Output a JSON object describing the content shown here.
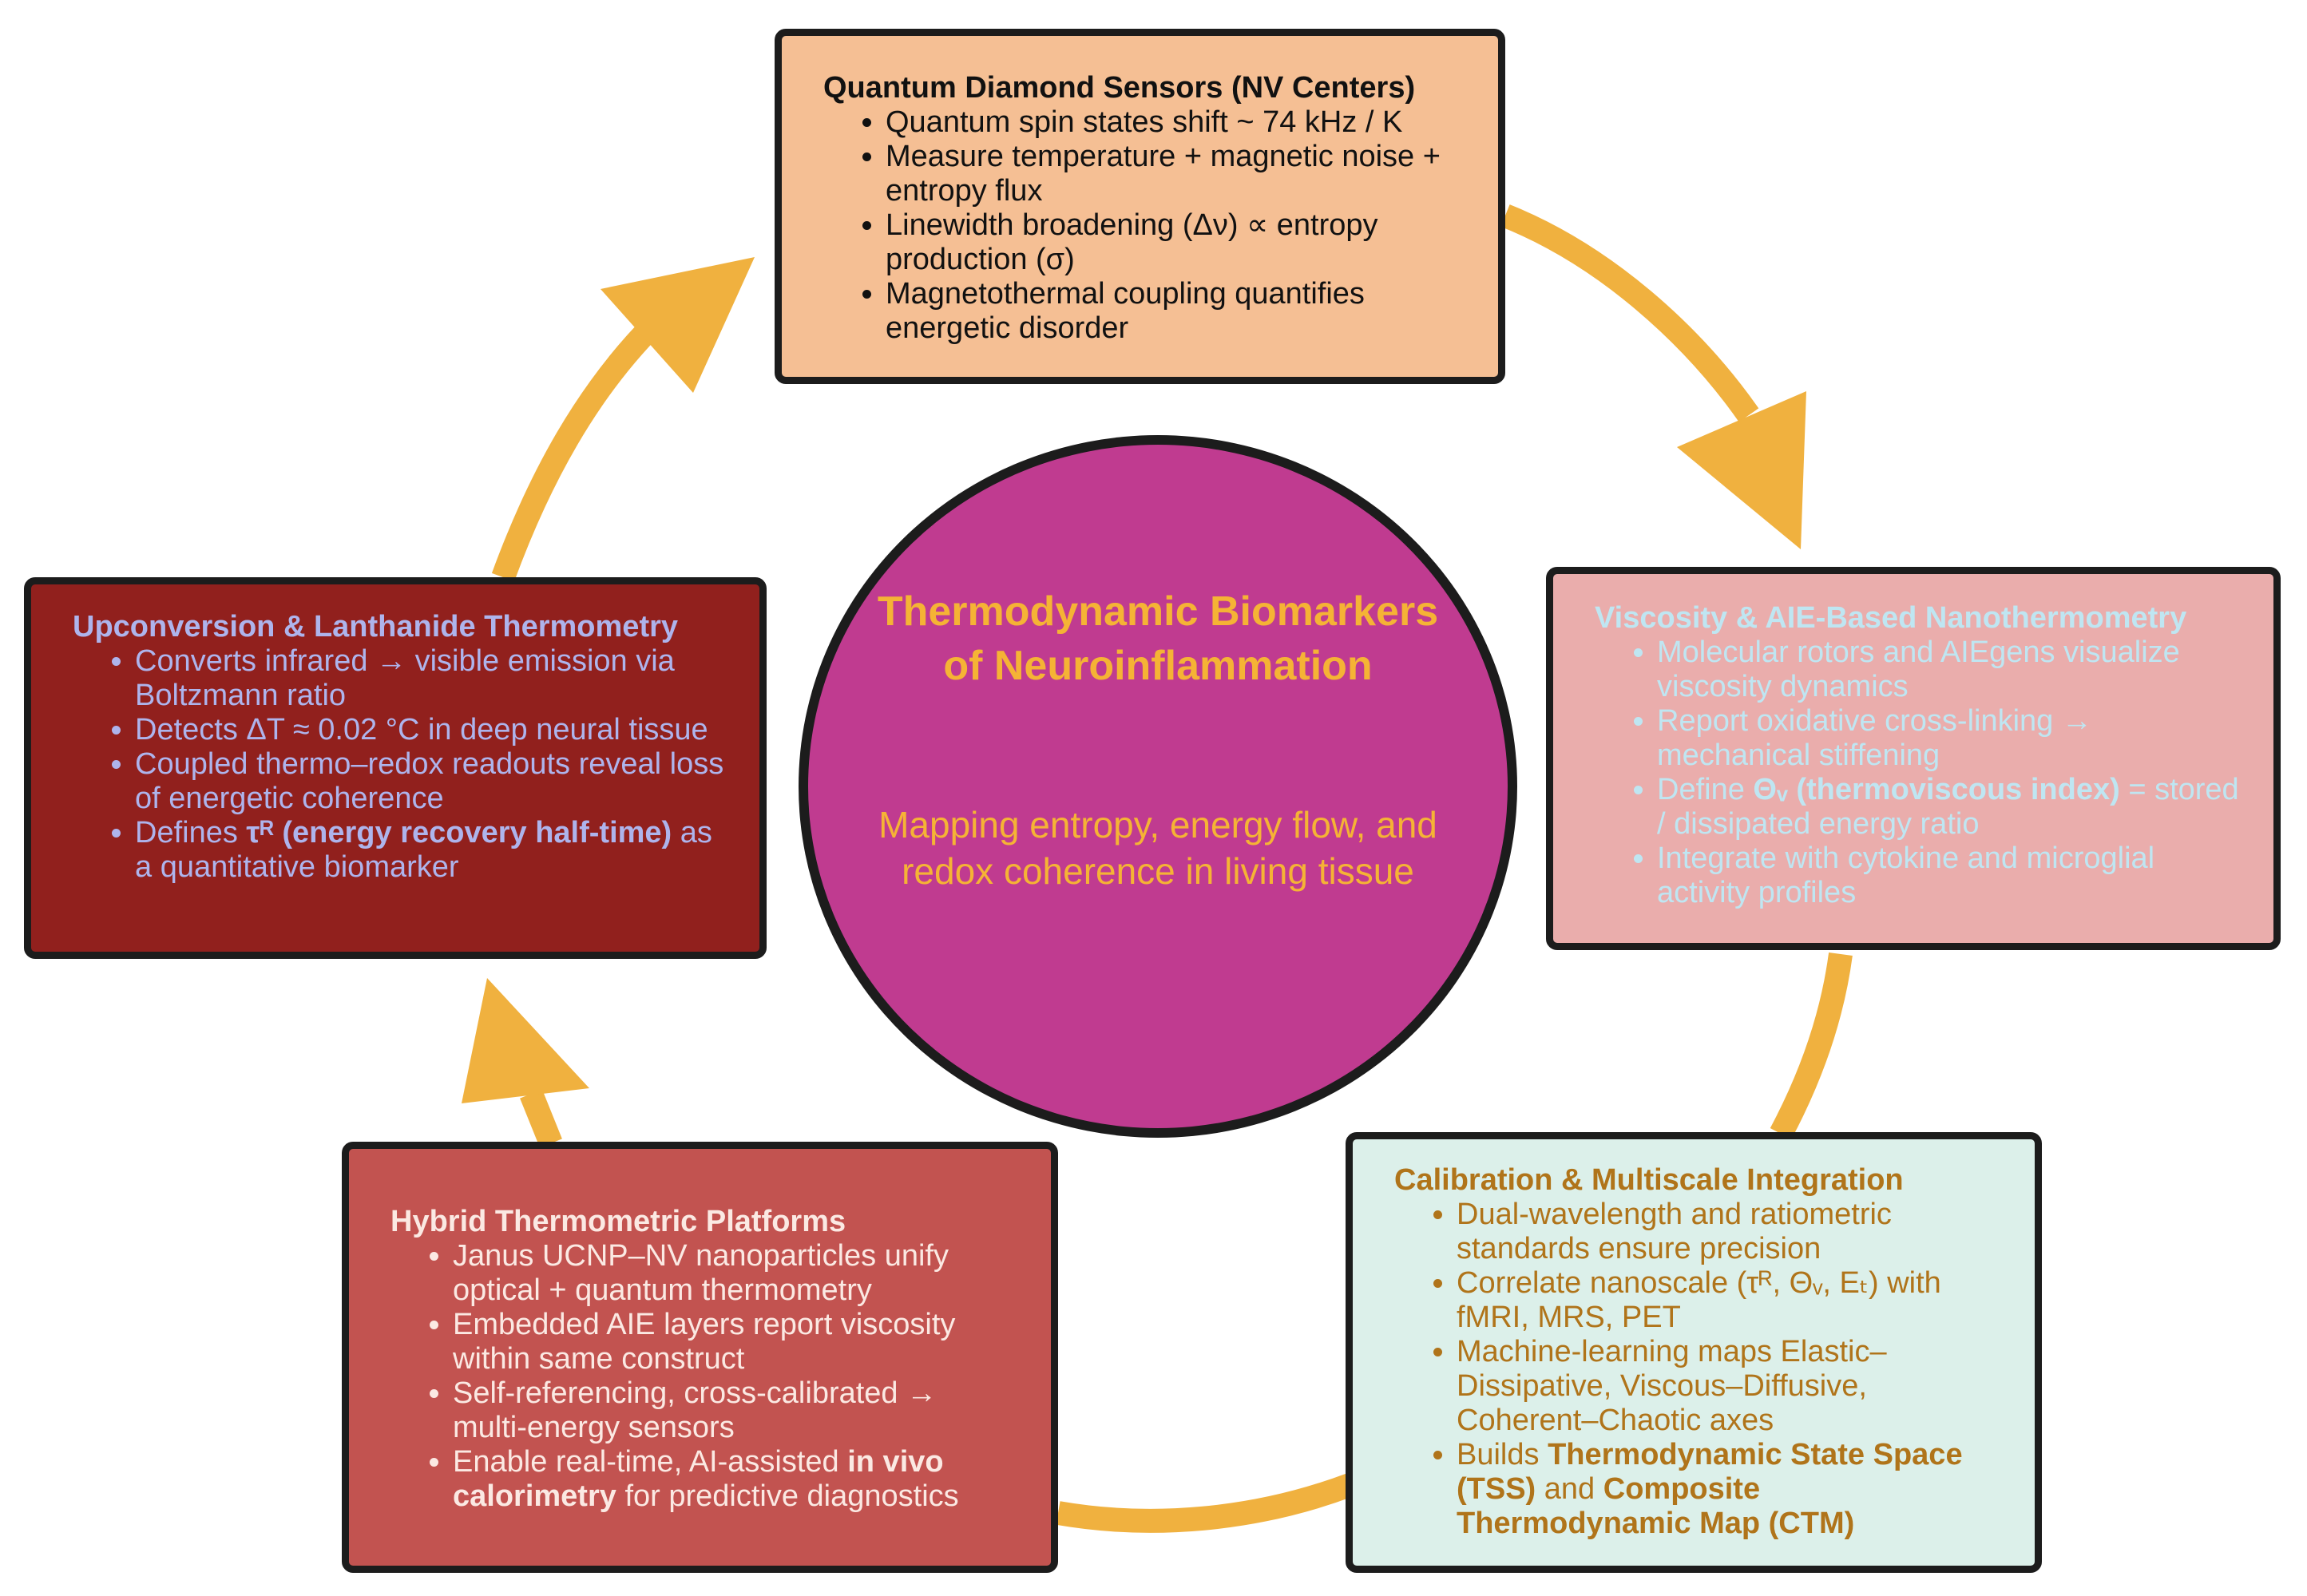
{
  "colors": {
    "arrow": "#f0b13f",
    "hub_fill": "#c03b90",
    "hub_text": "#f5b335",
    "outline": "#1c1c1c"
  },
  "hub": {
    "title": "Thermodynamic Biomarkers of Neuroinflammation",
    "subtitle": "Mapping entropy, energy flow, and redox coherence in living tissue"
  },
  "boxes": {
    "quantum": {
      "fill": "#f5bf94",
      "title": "Quantum Diamond Sensors (NV Centers)",
      "items": [
        "Quantum spin states shift ~ 74 kHz / K",
        "Measure temperature + magnetic noise + entropy flux",
        "Linewidth broadening (Δν) ∝ entropy production (σ)",
        "Magnetothermal coupling quantifies energetic disorder"
      ]
    },
    "viscosity": {
      "fill": "#eaadac",
      "title": "Viscosity & AIE-Based Nanothermometry",
      "items": [
        "Molecular rotors and AIEgens visualize viscosity dynamics",
        "Report oxidative cross-linking → mechanical stiffening",
        {
          "pre": "Define ",
          "bold": "Θᵥ (thermoviscous index)",
          "post": " = stored / dissipated energy ratio"
        },
        "Integrate with cytokine and microglial activity profiles"
      ]
    },
    "calibration": {
      "fill": "#dcf0ea",
      "title": "Calibration & Multiscale Integration",
      "items": [
        "Dual-wavelength and ratiometric standards ensure precision",
        "Correlate nanoscale (τᴿ, Θᵥ, Eₜ) with fMRI, MRS, PET",
        "Machine-learning maps Elastic–Dissipative, Viscous–Diffusive, Coherent–Chaotic axes",
        {
          "pre": "Builds ",
          "bold": "Thermodynamic State Space (TSS)",
          "mid": " and ",
          "bold2": "Composite Thermodynamic Map (CTM)"
        }
      ]
    },
    "hybrid": {
      "fill": "#c25350",
      "title": "Hybrid Thermometric Platforms",
      "items": [
        "Janus UCNP–NV nanoparticles unify optical + quantum thermometry",
        "Embedded AIE layers report viscosity within same construct",
        "Self-referencing, cross-calibrated → multi-energy sensors",
        {
          "pre": "Enable real-time, AI-assisted ",
          "bold": "in vivo calorimetry",
          "post": " for predictive diagnostics"
        }
      ]
    },
    "upconversion": {
      "fill": "#91201d",
      "title": "Upconversion & Lanthanide Thermometry",
      "items": [
        "Converts infrared → visible emission via Boltzmann ratio",
        "Detects ΔT ≈ 0.02 °C in deep neural tissue",
        "Coupled thermo–redox readouts reveal loss of energetic coherence",
        {
          "pre": "Defines ",
          "bold": "τᴿ (energy recovery half-time)",
          "post": " as a quantitative biomarker"
        }
      ]
    }
  }
}
